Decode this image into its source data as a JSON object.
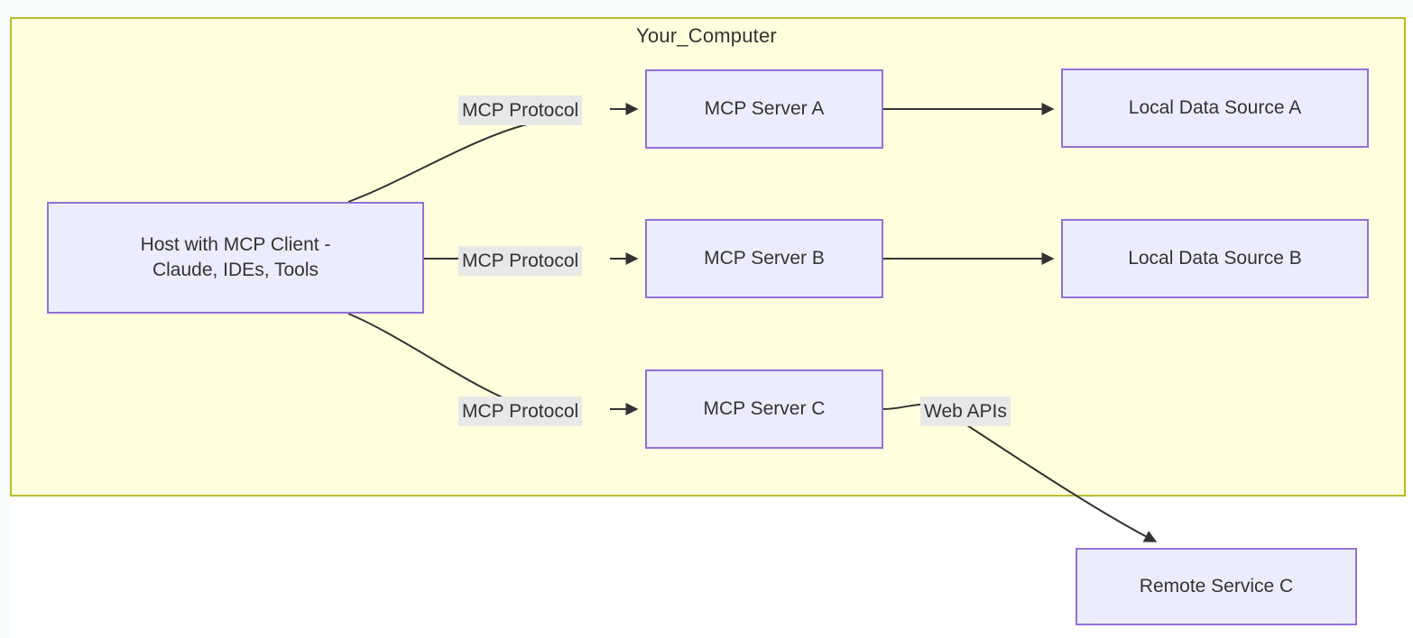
{
  "diagram": {
    "type": "flowchart",
    "subgraph": {
      "title": "Your_Computer",
      "fill_color": "#ffffdd",
      "border_color": "#bbbb33"
    },
    "node_style": {
      "fill_color": "#ececff",
      "border_color": "#9370db",
      "text_color": "#333333"
    },
    "edge_label_style": {
      "background": "#e8e8e8",
      "text_color": "#333333"
    },
    "nodes": [
      {
        "id": "host",
        "label": "Host with MCP Client - Claude, IDEs, Tools",
        "line1": "Host with MCP Client -",
        "line2": "Claude, IDEs, Tools",
        "inside_subgraph": true
      },
      {
        "id": "srv_a",
        "label": "MCP Server A",
        "inside_subgraph": true
      },
      {
        "id": "srv_b",
        "label": "MCP Server B",
        "inside_subgraph": true
      },
      {
        "id": "srv_c",
        "label": "MCP Server C",
        "inside_subgraph": true
      },
      {
        "id": "lds_a",
        "label": "Local Data Source A",
        "inside_subgraph": true
      },
      {
        "id": "lds_b",
        "label": "Local Data Source B",
        "inside_subgraph": true
      },
      {
        "id": "remote",
        "label": "Remote Service C",
        "inside_subgraph": false
      }
    ],
    "edges": [
      {
        "from": "host",
        "to": "srv_a",
        "label": "MCP Protocol",
        "shape": "curved"
      },
      {
        "from": "host",
        "to": "srv_b",
        "label": "MCP Protocol",
        "shape": "straight"
      },
      {
        "from": "host",
        "to": "srv_c",
        "label": "MCP Protocol",
        "shape": "curved"
      },
      {
        "from": "srv_a",
        "to": "lds_a",
        "label": "",
        "shape": "straight"
      },
      {
        "from": "srv_b",
        "to": "lds_b",
        "label": "",
        "shape": "straight"
      },
      {
        "from": "srv_c",
        "to": "remote",
        "label": "Web APIs",
        "shape": "curved"
      }
    ]
  }
}
